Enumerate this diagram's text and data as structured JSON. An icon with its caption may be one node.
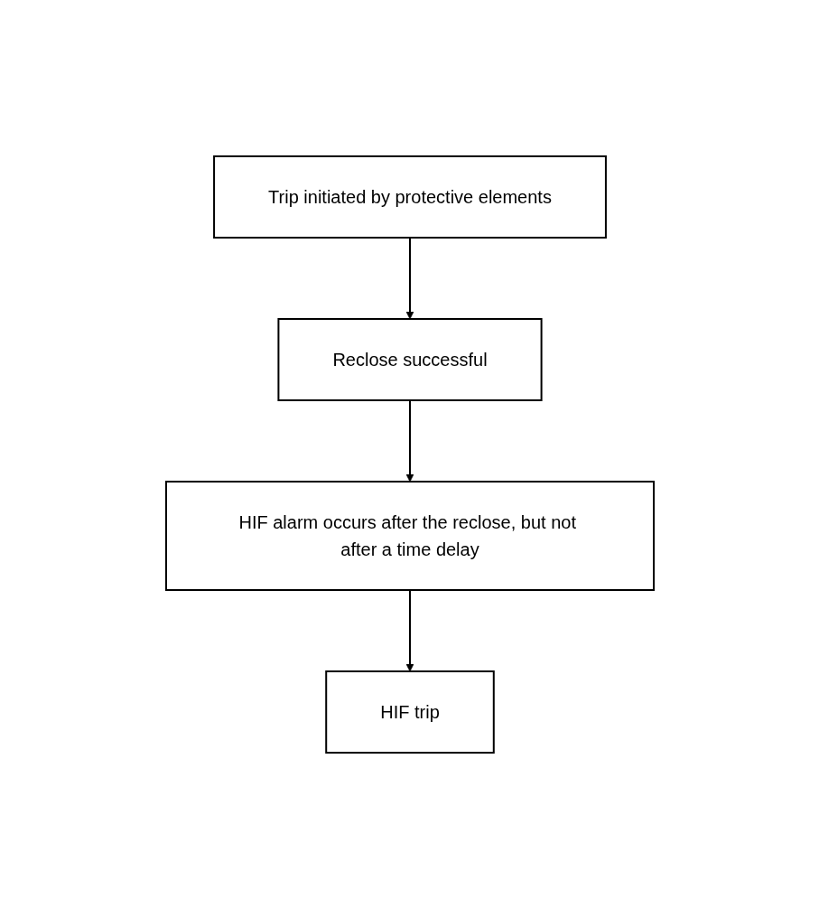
{
  "diagram": {
    "nodes": [
      {
        "text": [
          "Trip initiated by protective elements"
        ]
      },
      {
        "text": [
          "Reclose successful"
        ]
      },
      {
        "text": [
          "HIF alarm occurs after the reclose, but not after a time delay"
        ]
      },
      {
        "text": [
          "HIF trip"
        ]
      }
    ],
    "edges": [
      {
        "from": 0,
        "to": 1,
        "arrow": "to"
      },
      {
        "from": 1,
        "to": 2,
        "arrow": "to"
      },
      {
        "from": 2,
        "to": 3,
        "arrow": "to"
      }
    ]
  }
}
